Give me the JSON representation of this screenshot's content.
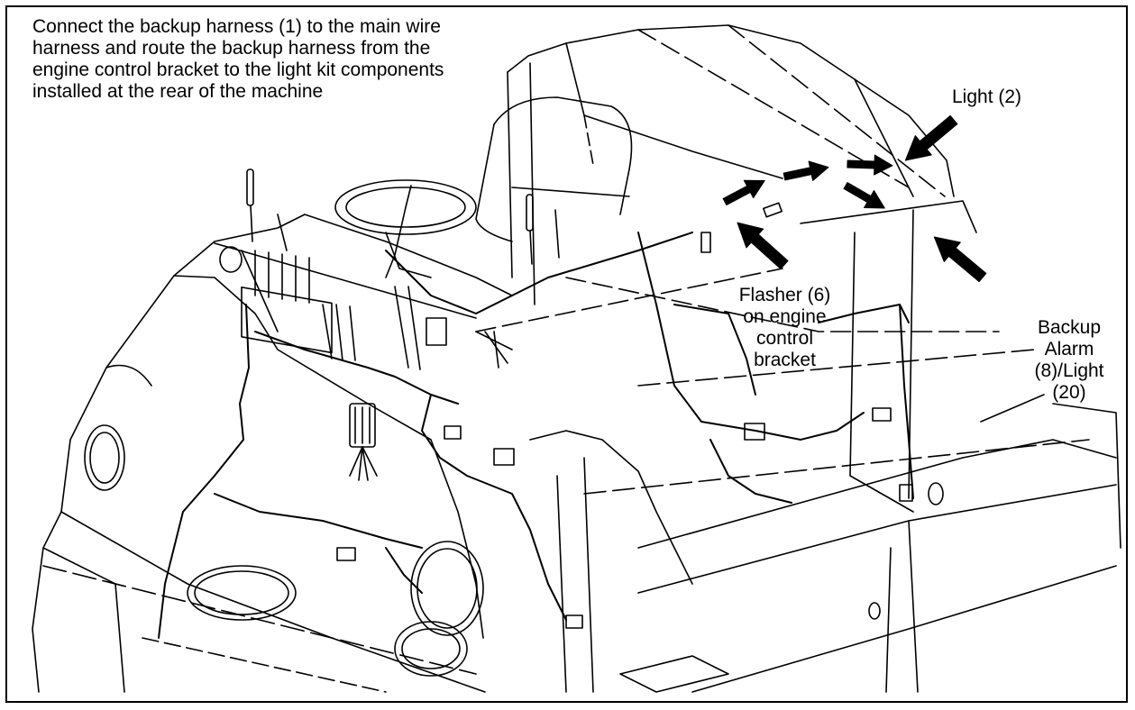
{
  "figure": {
    "instruction": "Connect the backup harness (1) to the main wire harness and route the backup harness from the engine control bracket to the light kit components installed at the rear of the machine",
    "callouts": {
      "light": "Light (2)",
      "flasher": "Flasher (6)\non engine\ncontrol\nbracket",
      "backup_alarm": "Backup\nAlarm\n(8)/Light\n(20)"
    },
    "colors": {
      "line": "#000000",
      "background": "#ffffff"
    }
  }
}
